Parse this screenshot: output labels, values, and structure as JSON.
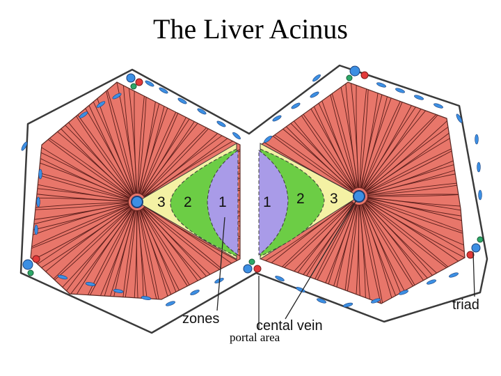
{
  "title": "The Liver Acinus",
  "zone_numbers_left": [
    "3",
    "2",
    "1"
  ],
  "zone_numbers_right": [
    "1",
    "2",
    "3"
  ],
  "labels": {
    "zones": "zones",
    "central_vein": "cental vein",
    "triad": "triad",
    "portal_area": "portal area"
  },
  "colors": {
    "lobule": "#e8766a",
    "sinusoid": "#5a1d1a",
    "connective": "#ffffff",
    "outline": "#3a3a3a",
    "zone3": "#f4f1a4",
    "zone2": "#6ccd45",
    "zone1": "#a99be8",
    "vein": "#3c8fe3",
    "artery": "#e23a3a",
    "duct": "#2ea869"
  }
}
